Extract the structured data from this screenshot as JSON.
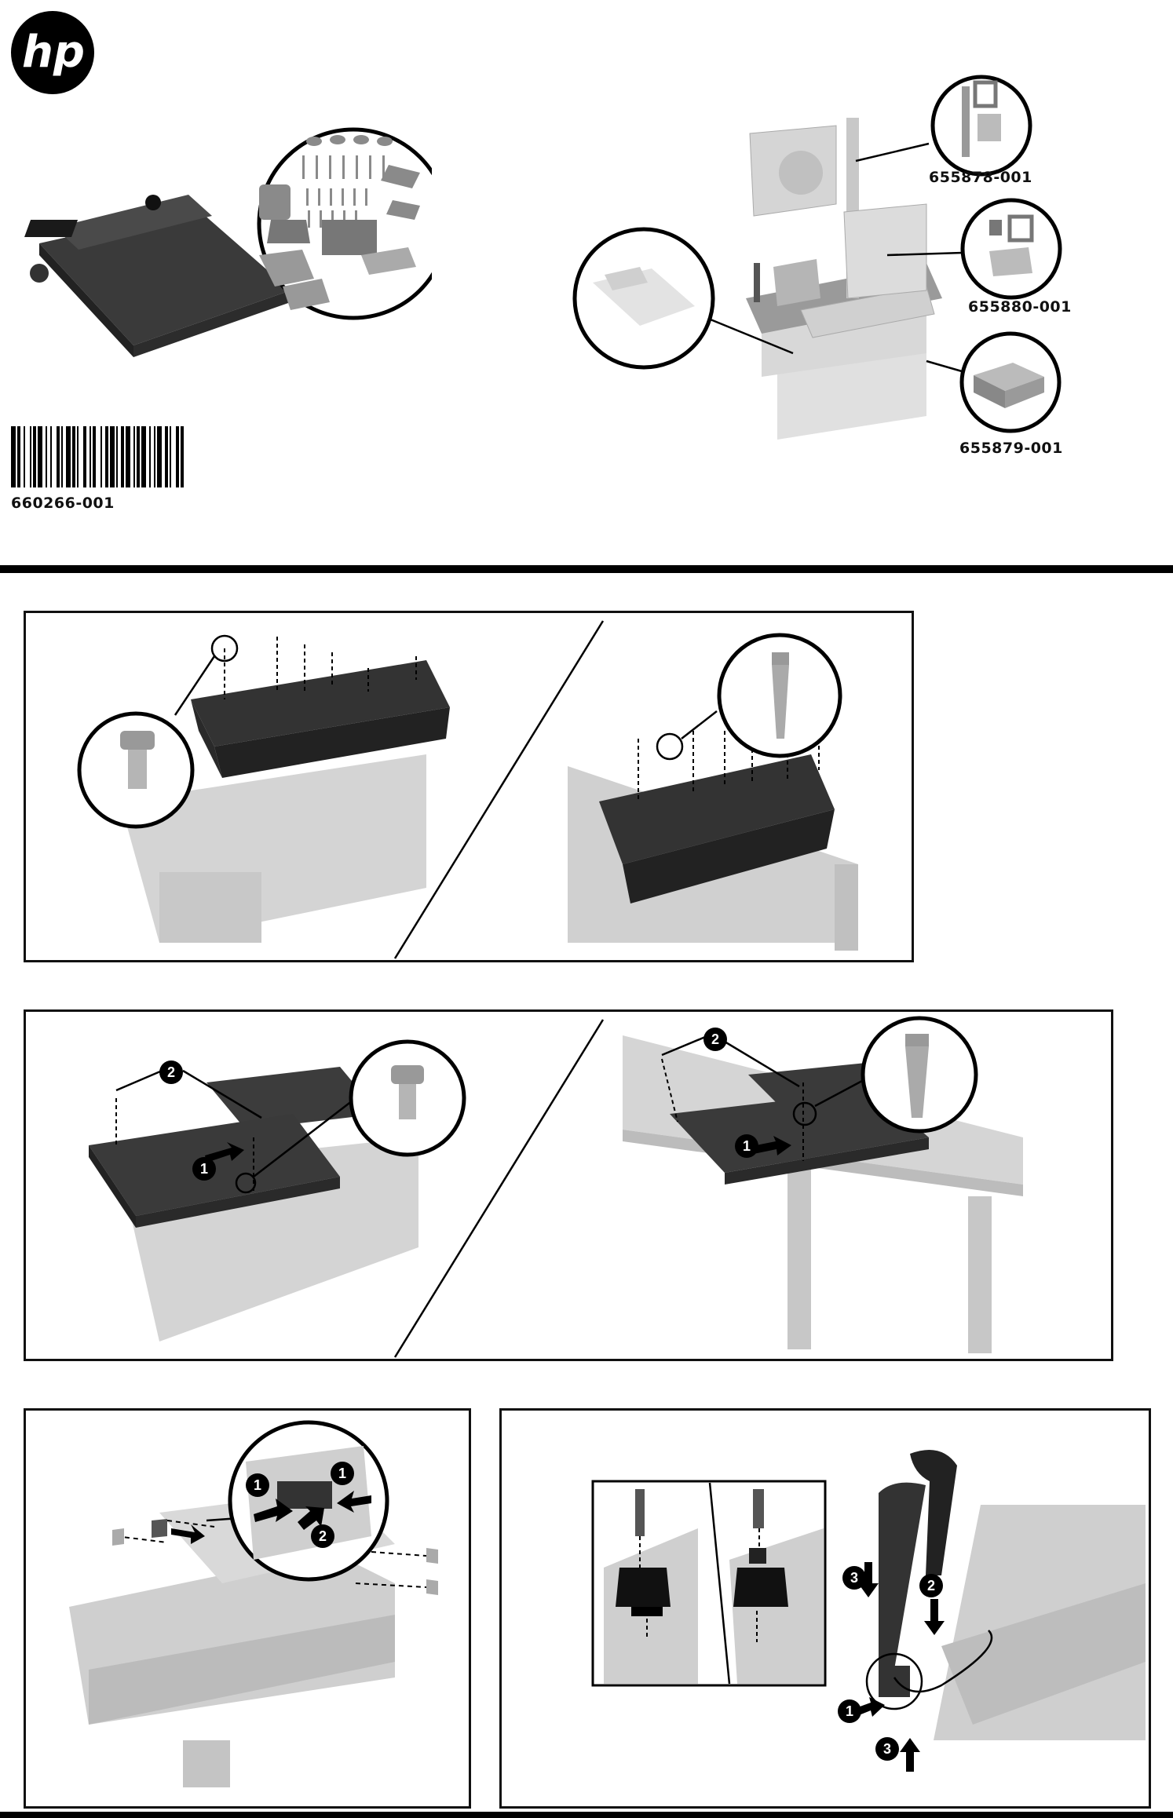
{
  "logo": {
    "text": "hp"
  },
  "barcode": {
    "number": "660266-001"
  },
  "accessories": [
    {
      "part_number": "655878-001"
    },
    {
      "part_number": "655880-001"
    },
    {
      "part_number": "655879-001"
    }
  ],
  "steps": {
    "one": "1",
    "two": "2",
    "three": "3"
  }
}
